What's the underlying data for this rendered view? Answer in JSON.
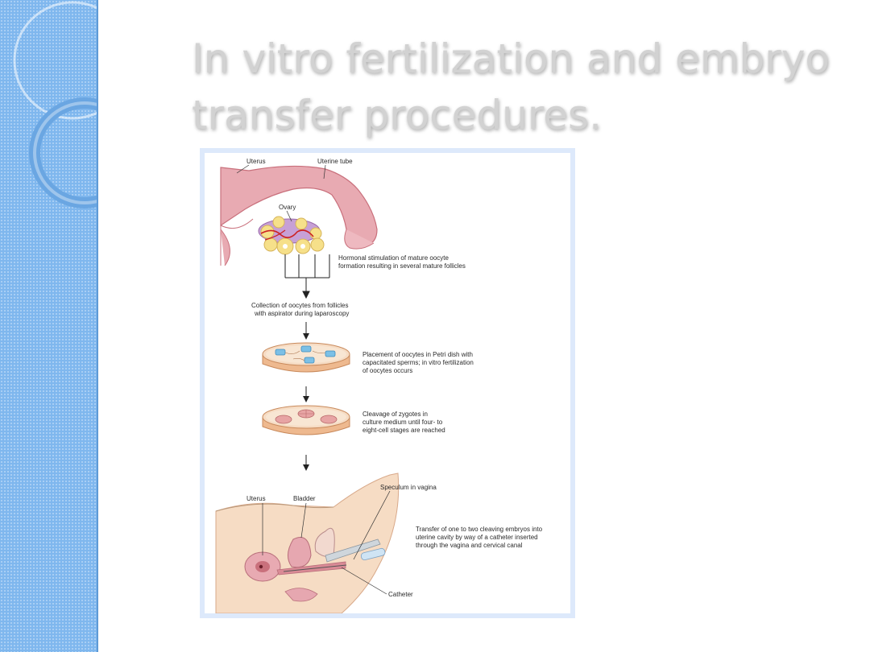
{
  "slide": {
    "title_line1": "In vitro fertilization and embryo",
    "title_line2": "transfer procedures."
  },
  "figure": {
    "top_labels": {
      "uterus": "Uterus",
      "uterine_tube": "Uterine tube",
      "ovary": "Ovary"
    },
    "steps": {
      "step1_line1": "Hormonal stimulation of mature oocyte",
      "step1_line2": "formation resulting in several mature follicles",
      "step2_line1": "Collection of oocytes from follicles",
      "step2_line2": "with aspirator during laparoscopy",
      "step3_line1": "Placement of oocytes in Petri dish with",
      "step3_line2": "capacitated sperms; in vitro fertilization",
      "step3_line3": "of oocytes occurs",
      "step4_line1": "Cleavage of zygotes in",
      "step4_line2": "culture medium until four- to",
      "step4_line3": "eight-cell stages are reached",
      "step5_line1": "Transfer of one to two cleaving embryos into",
      "step5_line2": "uterine cavity by way of a catheter inserted",
      "step5_line3": "through the vagina and cervical canal"
    },
    "bottom_labels": {
      "speculum": "Speculum in vagina",
      "uterus": "Uterus",
      "bladder": "Bladder",
      "catheter": "Catheter"
    }
  },
  "colors": {
    "sidebar": "#7fb7ee",
    "tissue": "#e8aab2",
    "tissue_dark": "#c9707c",
    "skin": "#f6dcc4",
    "dish": "#f3c9a3"
  }
}
